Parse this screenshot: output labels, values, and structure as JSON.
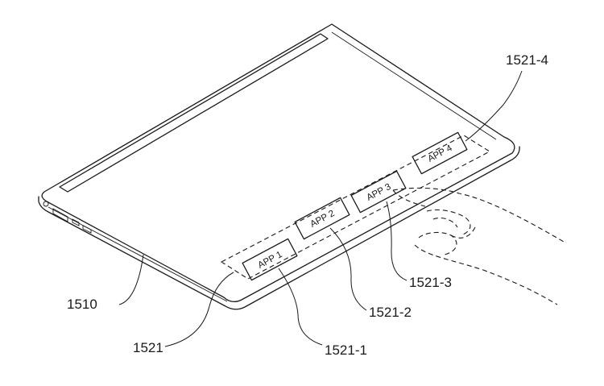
{
  "labels": {
    "device": "1510",
    "panel": "1521",
    "app1_ref": "1521-1",
    "app2_ref": "1521-2",
    "app3_ref": "1521-3",
    "app4_ref": "1521-4"
  },
  "apps": [
    "APP 1",
    "APP 2",
    "APP 3",
    "APP 4"
  ]
}
